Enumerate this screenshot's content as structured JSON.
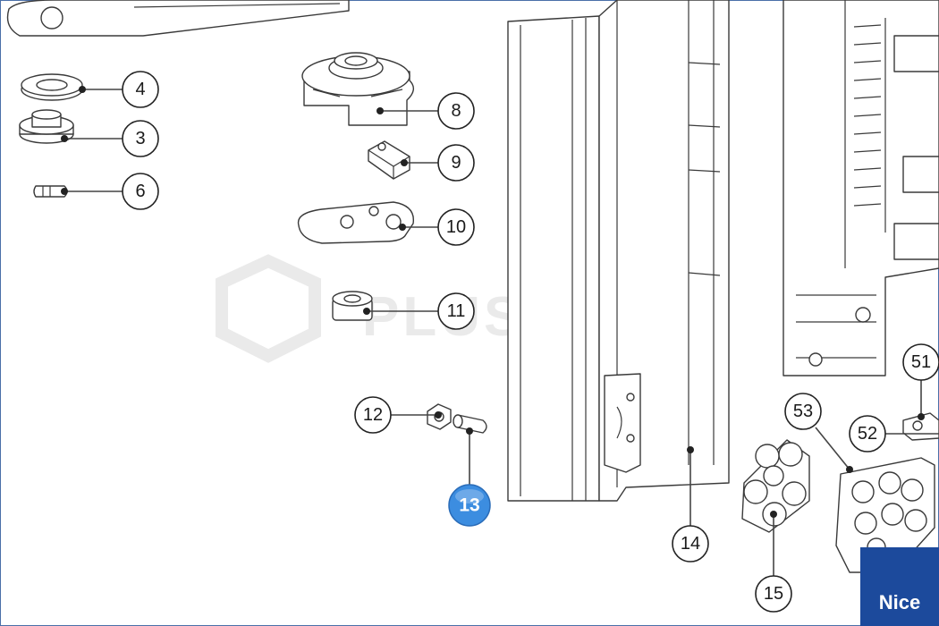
{
  "watermark": "PLUSCOM",
  "brand": {
    "name": "Nice",
    "color": "#1c4a9c"
  },
  "highlight": {
    "label": "13",
    "color": "#3c8de0"
  },
  "callouts": {
    "c3": "3",
    "c4": "4",
    "c6": "6",
    "c8": "8",
    "c9": "9",
    "c10": "10",
    "c11": "11",
    "c12": "12",
    "c14": "14",
    "c15": "15",
    "c51": "51",
    "c52": "52",
    "c53": "53"
  }
}
